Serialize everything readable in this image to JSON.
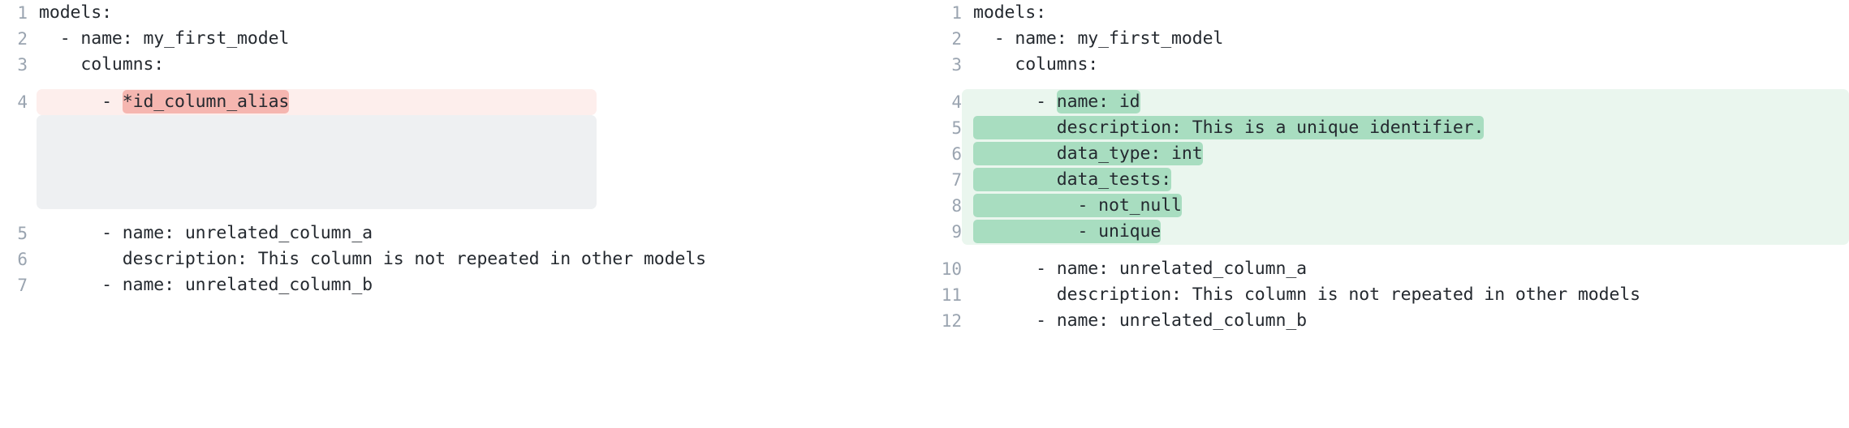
{
  "view": {
    "kind": "side-by-side-diff",
    "language": "yaml",
    "panes": [
      "before",
      "after"
    ]
  },
  "colors": {
    "page_background": "#ffffff",
    "line_number": "#9aa4b0",
    "code_text": "#24292f",
    "deletion_block": "#fdeeec",
    "deletion_token": "#f5b6b0",
    "addition_block": "#eaf6ee",
    "addition_token": "#a8ddc0",
    "placeholder_block": "#eef0f2"
  },
  "left": {
    "lines": [
      {
        "num": "1",
        "text": "models:"
      },
      {
        "num": "2",
        "text": "  - name: my_first_model"
      },
      {
        "num": "3",
        "text": "    columns:"
      },
      {
        "num": "4",
        "prefix": "      - ",
        "token": "*id_column_alias",
        "suffix": ""
      },
      {
        "num": "5",
        "text": "      - name: unrelated_column_a"
      },
      {
        "num": "6",
        "text": "        description: This column is not repeated in other models"
      },
      {
        "num": "7",
        "text": "      - name: unrelated_column_b"
      }
    ]
  },
  "right": {
    "lines": [
      {
        "num": "1",
        "text": "models:"
      },
      {
        "num": "2",
        "text": "  - name: my_first_model"
      },
      {
        "num": "3",
        "text": "    columns:"
      },
      {
        "num": "4",
        "prefix": "      - ",
        "token": "name: id",
        "suffix": ""
      },
      {
        "num": "5",
        "prefix": "",
        "token": "        description: This is a unique identifier.",
        "suffix": ""
      },
      {
        "num": "6",
        "prefix": "",
        "token": "        data_type: int",
        "suffix": ""
      },
      {
        "num": "7",
        "prefix": "",
        "token": "        data_tests:",
        "suffix": ""
      },
      {
        "num": "8",
        "prefix": "",
        "token": "          - not_null",
        "suffix": ""
      },
      {
        "num": "9",
        "prefix": "",
        "token": "          - unique",
        "suffix": ""
      },
      {
        "num": "10",
        "text": "      - name: unrelated_column_a"
      },
      {
        "num": "11",
        "text": "        description: This column is not repeated in other models"
      },
      {
        "num": "12",
        "text": "      - name: unrelated_column_b"
      }
    ]
  }
}
